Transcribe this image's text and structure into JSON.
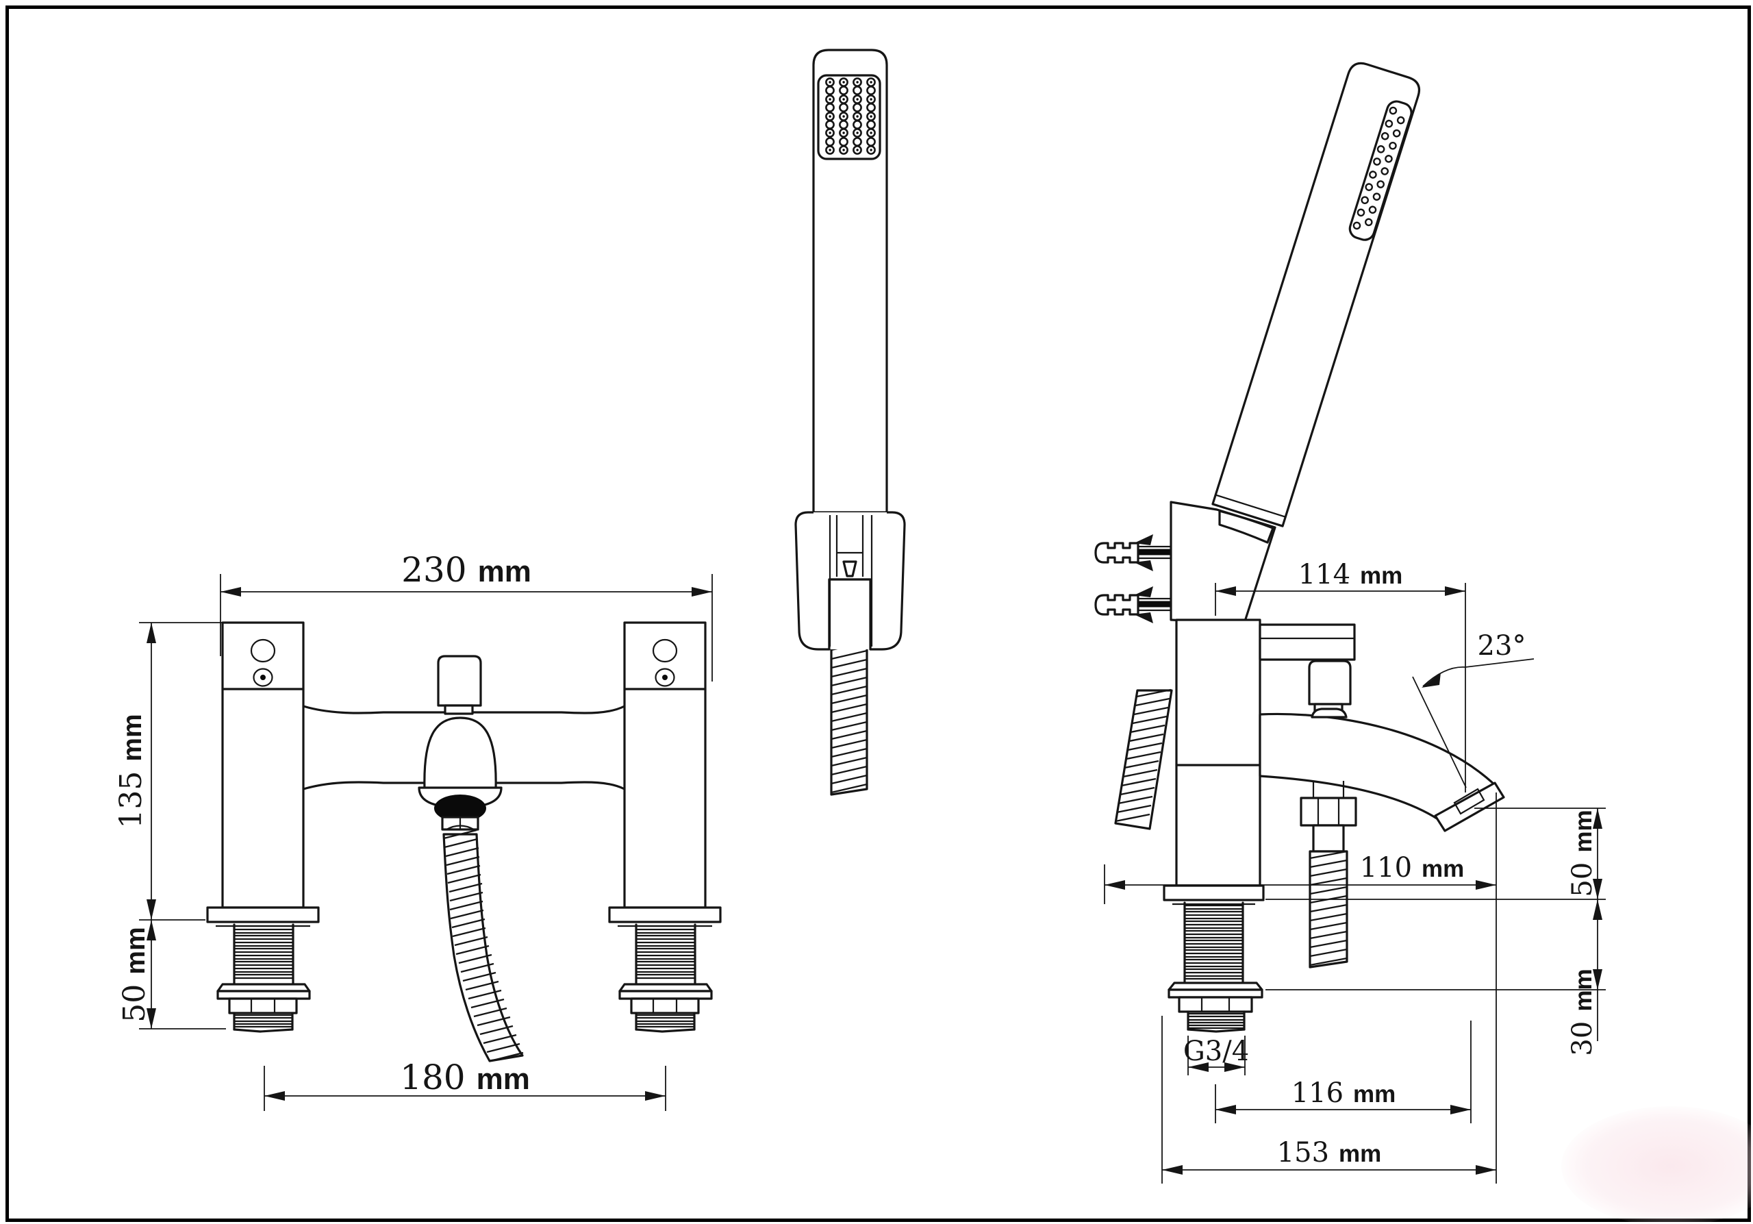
{
  "dimensions": {
    "front_width": {
      "value": "230",
      "unit": "mm"
    },
    "front_height": {
      "value": "135",
      "unit": "mm"
    },
    "front_shank": {
      "value": "50",
      "unit": "mm"
    },
    "front_centres": {
      "value": "180",
      "unit": "mm"
    },
    "side_reach": {
      "value": "114",
      "unit": "mm"
    },
    "side_angle": {
      "value": "23°"
    },
    "side_spout": {
      "value": "110",
      "unit": "mm"
    },
    "side_drop": {
      "value": "50",
      "unit": "mm"
    },
    "side_shank": {
      "value": "30",
      "unit": "mm"
    },
    "side_thread": {
      "value": "G3/4"
    },
    "side_base": {
      "value": "116",
      "unit": "mm"
    },
    "side_total": {
      "value": "153",
      "unit": "mm"
    }
  },
  "colors": {
    "line": "#151515",
    "background": "#ffffff",
    "watermark": "#f8dde4"
  }
}
